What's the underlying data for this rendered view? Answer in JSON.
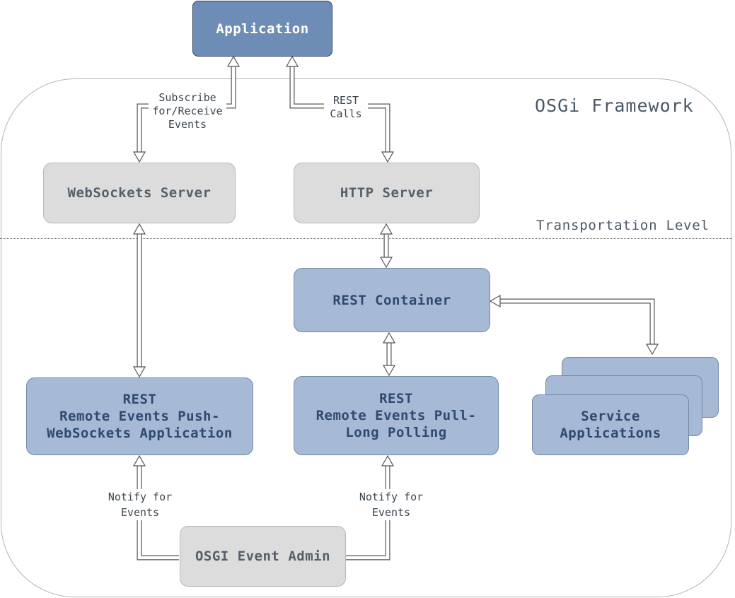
{
  "diagram": {
    "framework_label": "OSGi Framework",
    "transport_label": "Transportation Level",
    "nodes": {
      "application": "Application",
      "websockets_server": "WebSockets Server",
      "http_server": "HTTP Server",
      "rest_container": "REST Container",
      "push_app": [
        "REST",
        "Remote Events Push-",
        "WebSockets Application"
      ],
      "pull_app": [
        "REST",
        "Remote Events Pull-",
        "Long Polling"
      ],
      "service_apps": [
        "Service",
        "Applications"
      ],
      "event_admin": "OSGI Event Admin"
    },
    "edge_labels": {
      "subscribe": [
        "Subscribe",
        "for/Receive",
        "Events"
      ],
      "rest_calls": [
        "REST",
        "Calls"
      ],
      "notify_left": [
        "Notify for",
        "Events"
      ],
      "notify_right": [
        "Notify for",
        "Events"
      ]
    },
    "colors": {
      "dark_node": "#6e8db6",
      "blue_node": "#a6b9d5",
      "gray_node": "#dcdcdc",
      "arrow": "#555555"
    }
  }
}
